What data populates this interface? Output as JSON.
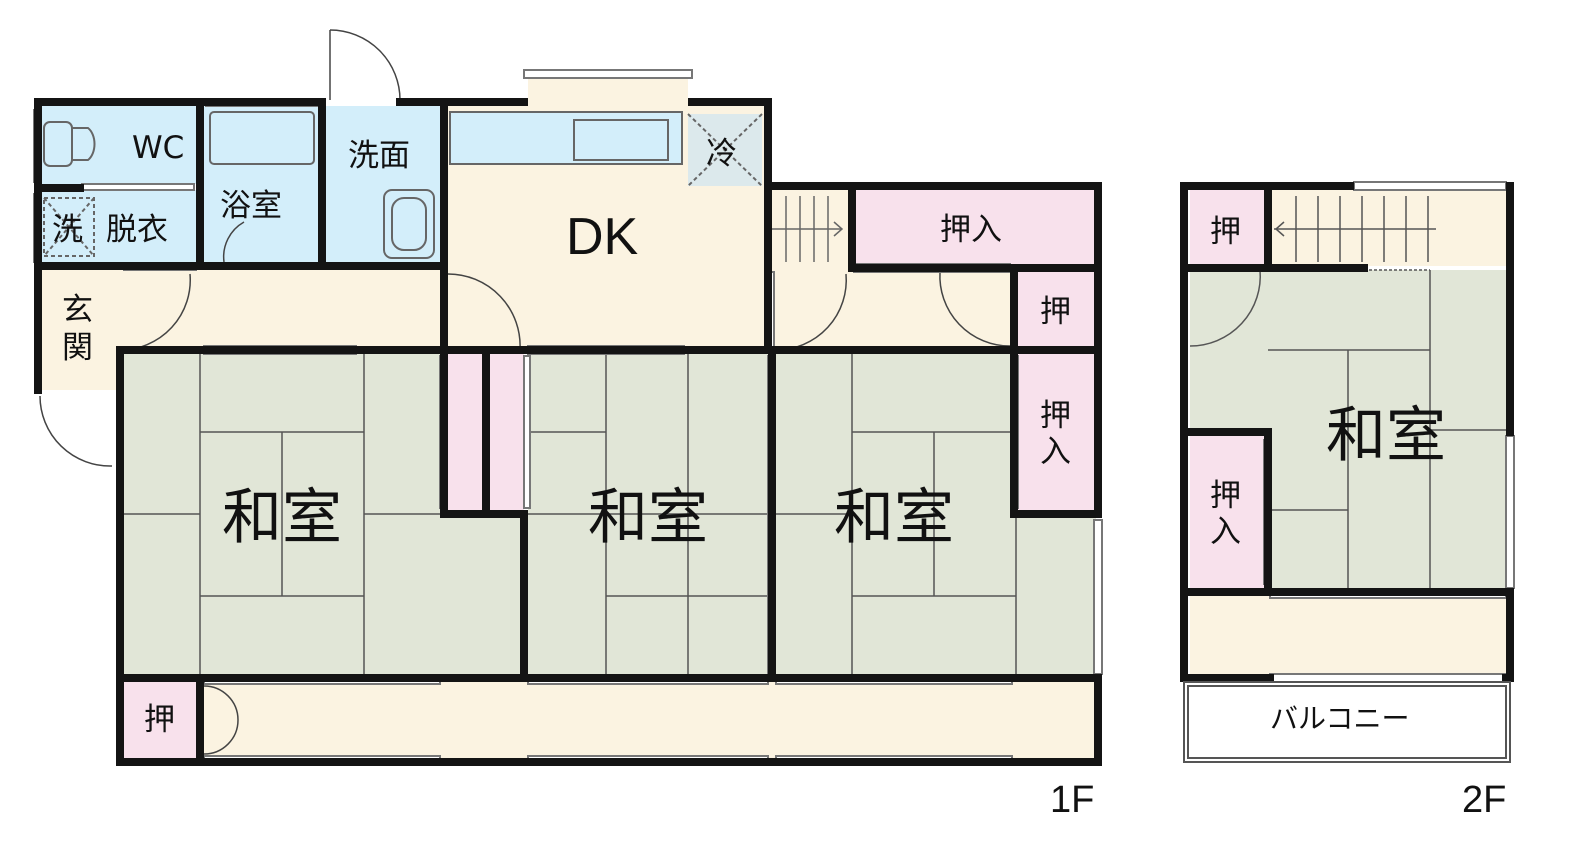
{
  "floor1": {
    "label": "1F",
    "rooms": {
      "wc": "WC",
      "wash_machine": "洗",
      "dressing": "脱衣",
      "bath": "浴室",
      "washroom": "洗面",
      "dk": "DK",
      "fridge": "冷",
      "closet_top": "押入",
      "closet_right_small": "押",
      "closet_right": "押入",
      "entrance": "玄関",
      "japanese_room_left": "和室",
      "japanese_room_center": "和室",
      "japanese_room_right": "和室",
      "closet_bottom": "押"
    }
  },
  "floor2": {
    "label": "2F",
    "rooms": {
      "closet_top": "押",
      "closet_left": "押入",
      "japanese_room": "和室",
      "balcony": "バルコニー"
    }
  },
  "colors": {
    "wall": "#141414",
    "tatami": "#e1e6d7",
    "floor": "#fbf3e1",
    "closet": "#f8e1ec",
    "wet_area": "#d3eefa",
    "fridge": "#dce9ec",
    "line": "#666666"
  }
}
